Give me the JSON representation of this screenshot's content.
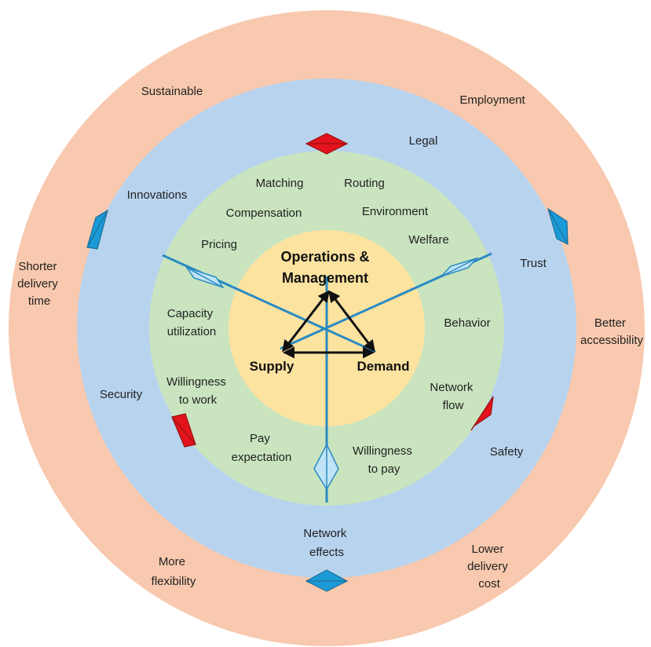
{
  "colors": {
    "outer_ring": "#f8c9ae",
    "middle_ring": "#b7d3ee",
    "inner_ring": "#c9e4bf",
    "core": "#fde3a0",
    "axis_line": "#2a8bc2",
    "kite_light": "#bfe4f6",
    "kite_dark": "#1a9ad6",
    "kite_red": "#e3141b",
    "arrow": "#111111"
  },
  "core": {
    "title_line1": "Operations &",
    "title_line2": "Management",
    "supply": "Supply",
    "demand": "Demand"
  },
  "outer_ring": {
    "sustainable": "Sustainable",
    "employment": "Employment",
    "shorter_delivery_time": [
      "Shorter",
      "delivery",
      "time"
    ],
    "better_accessibility": [
      "Better",
      "accessibility"
    ],
    "more_flexibility": [
      "More",
      "flexibility"
    ],
    "lower_delivery_cost": [
      "Lower",
      "delivery",
      "cost"
    ]
  },
  "middle_ring": {
    "legal": "Legal",
    "innovations": "Innovations",
    "trust": "Trust",
    "security": "Security",
    "safety": "Safety",
    "network_effects": [
      "Network",
      "effects"
    ]
  },
  "inner_ring": {
    "matching": "Matching",
    "routing": "Routing",
    "compensation": "Compensation",
    "environment": "Environment",
    "pricing": "Pricing",
    "welfare": "Welfare",
    "capacity_utilization": [
      "Capacity",
      "utilization"
    ],
    "behavior": "Behavior",
    "willingness_to_work": [
      "Willingness",
      "to work"
    ],
    "network_flow": [
      "Network",
      "flow"
    ],
    "pay_expectation": [
      "Pay",
      "expectation"
    ],
    "willingness_to_pay": [
      "Willingness",
      "to pay"
    ]
  }
}
